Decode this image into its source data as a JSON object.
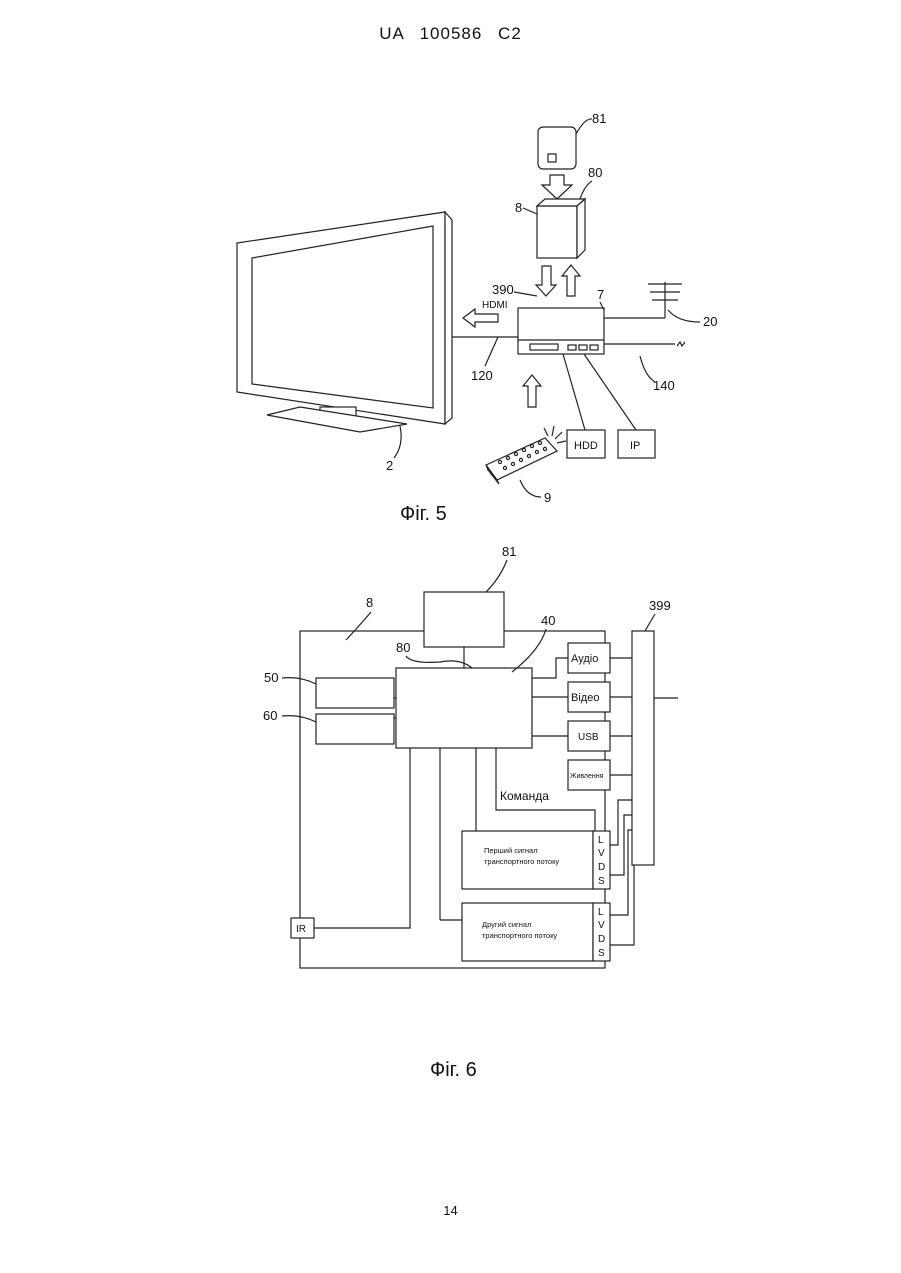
{
  "header": {
    "text": "UA   100586   C2"
  },
  "page_number": "14",
  "fig5": {
    "caption": "Фіг. 5",
    "labels": {
      "l81": "81",
      "l80": "80",
      "l8": "8",
      "l7": "7",
      "l390": "390",
      "hdmi": "HDMI",
      "l120": "120",
      "l20": "20",
      "l140": "140",
      "l2": "2",
      "l9": "9",
      "hdd": "HDD",
      "ip": "IP"
    }
  },
  "fig6": {
    "caption": "Фіг. 6",
    "labels": {
      "l81": "81",
      "l8": "8",
      "l40": "40",
      "l80": "80",
      "l399": "399",
      "l50": "50",
      "l60": "60",
      "audio": "Аудіо",
      "video": "Відео",
      "usb": "USB",
      "power": "Живлення",
      "command": "Команда",
      "ir": "IR",
      "ts1_line1": "Перший сигнал",
      "ts1_line2": "транспортного потоку",
      "ts2_line1": "Другий сигнал",
      "ts2_line2": "транспортного потоку",
      "lvds": [
        "L",
        "V",
        "D",
        "S"
      ]
    }
  }
}
